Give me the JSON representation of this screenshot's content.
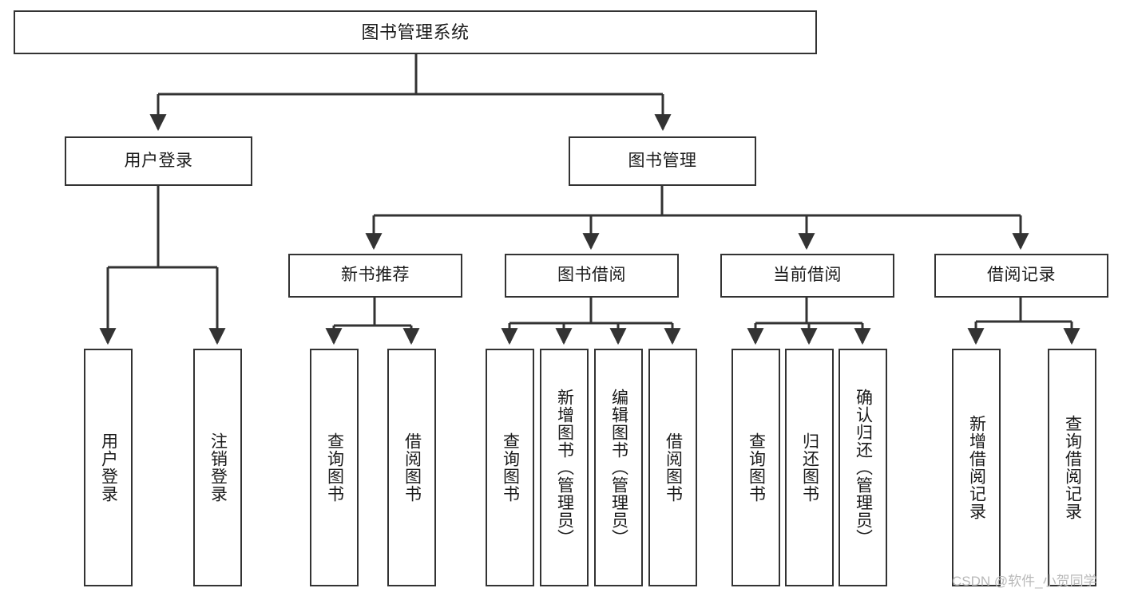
{
  "diagram": {
    "title": "图书管理系统",
    "type": "tree-hierarchy",
    "colors": {
      "background": "#ffffff",
      "line": "#333333",
      "box_border": "#333333",
      "text": "#1a1a1a",
      "watermark": "#b9b9b9"
    },
    "watermark": "CSDN @软件_小贺同学"
  },
  "nodes": {
    "root": {
      "label": "图书管理系统"
    },
    "level2": [
      {
        "label": "用户登录"
      },
      {
        "label": "图书管理"
      }
    ],
    "level3": [
      {
        "label": "新书推荐"
      },
      {
        "label": "图书借阅"
      },
      {
        "label": "当前借阅"
      },
      {
        "label": "借阅记录"
      }
    ],
    "leaves": {
      "user_login": [
        {
          "label": "用户登录"
        },
        {
          "label": "注销登录"
        }
      ],
      "new_book_recommend": [
        {
          "label": "查询图书"
        },
        {
          "label": "借阅图书"
        }
      ],
      "book_borrow": [
        {
          "label": "查询图书"
        },
        {
          "label": "新增图书（管理员）"
        },
        {
          "label": "编辑图书（管理员）"
        },
        {
          "label": "借阅图书"
        }
      ],
      "current_borrow": [
        {
          "label": "查询图书"
        },
        {
          "label": "归还图书"
        },
        {
          "label": "确认归还（管理员）"
        }
      ],
      "borrow_records": [
        {
          "label": "新增借阅记录"
        },
        {
          "label": "查询借阅记录"
        }
      ]
    }
  }
}
